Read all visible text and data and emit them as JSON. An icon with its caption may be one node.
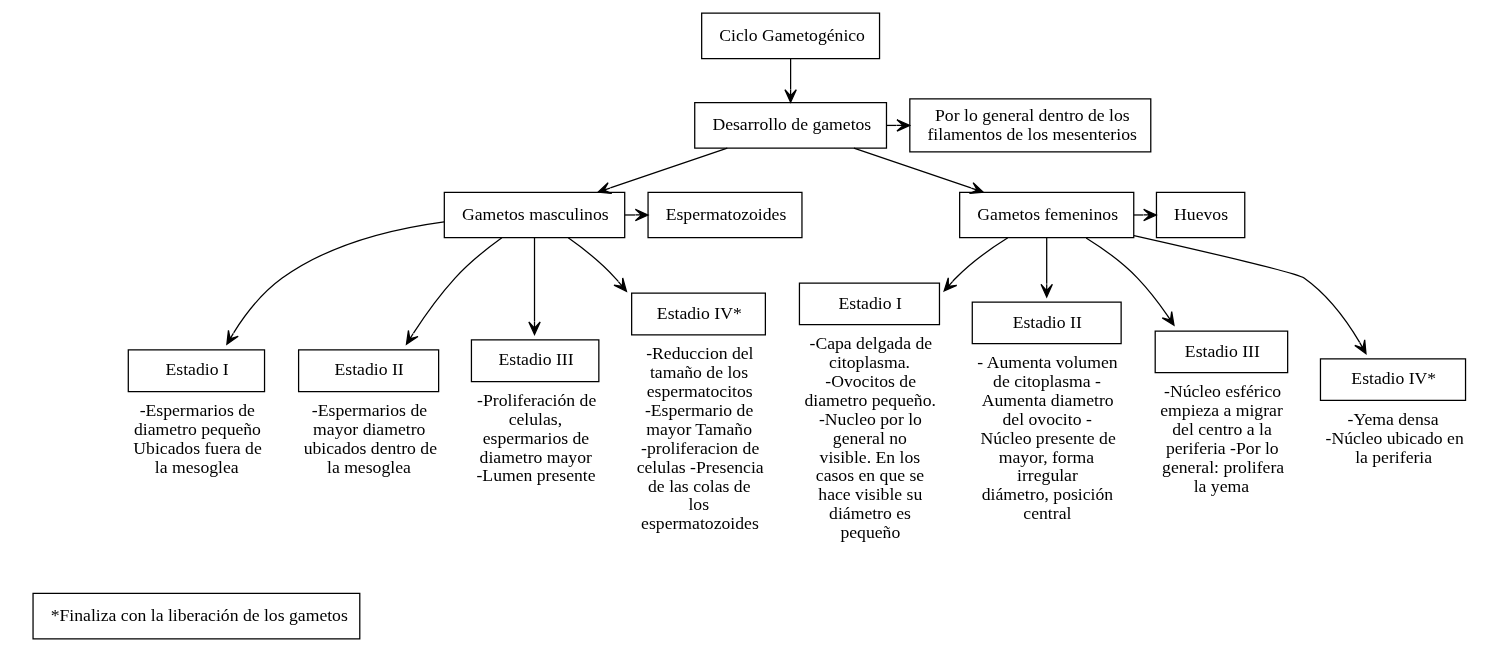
{
  "diagram": {
    "nodes": [
      {
        "text": [
          "Ciclo Gametogénico"
        ]
      },
      {
        "text": [
          "Desarrollo de gametos"
        ]
      },
      {
        "text": [
          "Por lo general dentro de los filamentos de los mesenterios"
        ]
      },
      {
        "text": [
          "Espermatozoides"
        ]
      },
      {
        "text": [
          "Gametos masculinos"
        ]
      },
      {
        "text": [
          "Gametos femeninos"
        ]
      },
      {
        "text": [
          "Huevos"
        ]
      },
      {
        "text": [
          "Estadio I"
        ],
        "beside": [
          "-Espermarios de diametro pequeño Ubicados fuera de la mesoglea"
        ]
      },
      {
        "text": [
          "Estadio II"
        ],
        "beside": [
          "-Espermarios de mayor diametro ubicados dentro de la mesoglea"
        ]
      },
      {
        "text": [
          "Estadio III"
        ],
        "beside": [
          "-Proliferación de celulas, espermarios de diametro mayor -Lumen presente"
        ]
      },
      {
        "text": [
          "Estadio IV*"
        ],
        "beside": [
          "-Reduccion del tamaño de los espermatocitos -Espermario de mayor Tamaño -proliferacion de celulas -Presencia de las colas de los espermatozoides"
        ]
      },
      {
        "text": [
          "Estadio I"
        ],
        "beside": [
          "-Capa delgada de citoplasma. -Ovocitos de diametro pequeño. -Nucleo por lo general no visible. En los casos en que se hace visible su diámetro es pequeño"
        ]
      },
      {
        "text": [
          "Estadio II"
        ],
        "beside": [
          "- Aumenta volumen de citoplasma - Aumenta diametro del ovocito - Núcleo presente de mayor, forma irregular diámetro, posición central"
        ]
      },
      {
        "text": [
          "Estadio III"
        ],
        "beside": [
          "-Núcleo esférico empieza a migrar del centro a la periferia -Por lo general: prolifera la yema"
        ]
      },
      {
        "text": [
          "Estadio IV*"
        ],
        "beside": [
          "-Yema densa -Núcleo ubicado en la periferia"
        ]
      },
      {
        "text": [
          "*Finaliza con la liberación de los gametos"
        ]
      }
    ],
    "edges": [
      {
        "from": 0,
        "to": 1,
        "arrow": "to"
      },
      {
        "from": 1,
        "to": 2,
        "arrow": "to"
      },
      {
        "from": 1,
        "to": 4,
        "arrow": "to"
      },
      {
        "from": 1,
        "to": 5,
        "arrow": "to"
      },
      {
        "from": 4,
        "to": 3,
        "arrow": "to"
      },
      {
        "from": 5,
        "to": 6,
        "arrow": "to"
      },
      {
        "from": 4,
        "to": 7,
        "arrow": "to"
      },
      {
        "from": 4,
        "to": 8,
        "arrow": "to"
      },
      {
        "from": 4,
        "to": 9,
        "arrow": "to"
      },
      {
        "from": 4,
        "to": 10,
        "arrow": "to"
      },
      {
        "from": 5,
        "to": 11,
        "arrow": "to"
      },
      {
        "from": 5,
        "to": 12,
        "arrow": "to"
      },
      {
        "from": 5,
        "to": 13,
        "arrow": "to"
      },
      {
        "from": 5,
        "to": 14,
        "arrow": "to"
      }
    ]
  }
}
